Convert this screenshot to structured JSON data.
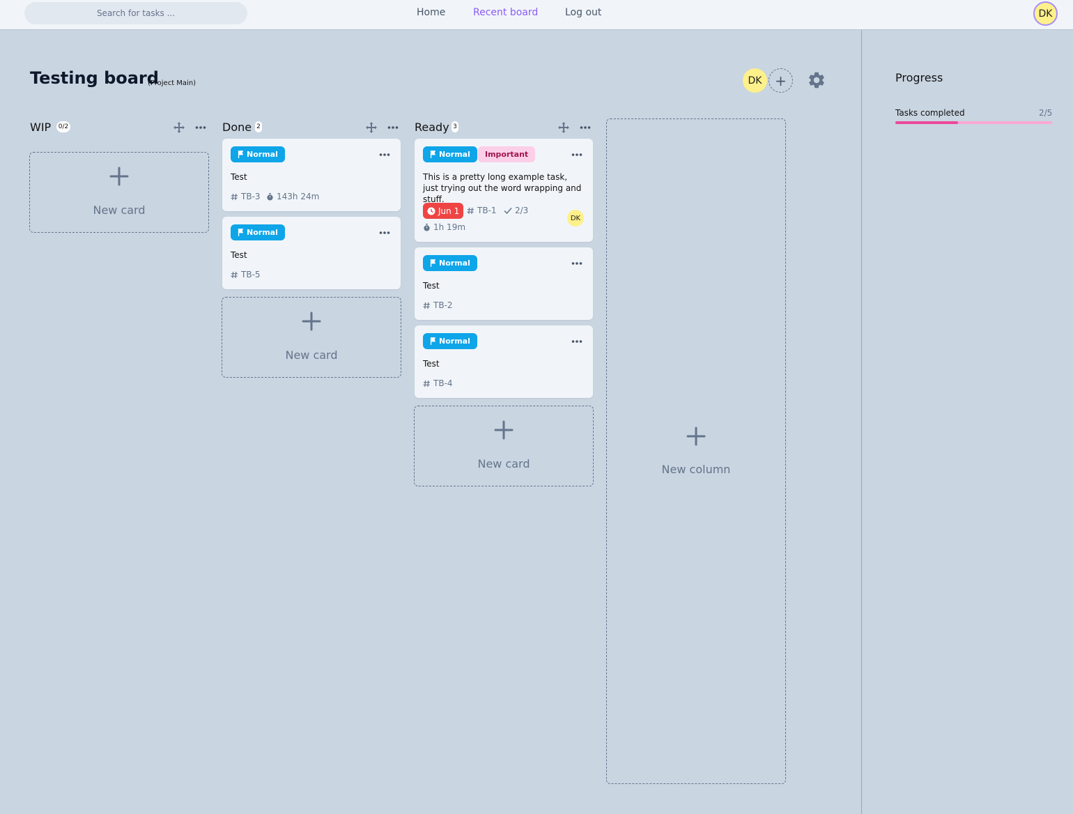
{
  "search": {
    "placeholder": "Search for tasks ..."
  },
  "nav": {
    "home": "Home",
    "recent_board": "Recent board",
    "logout": "Log out"
  },
  "user": {
    "initials": "DK"
  },
  "board": {
    "title": "Testing board",
    "project": "(Project Main)",
    "member_initials": "DK",
    "add_member_symbol": "+"
  },
  "columns": [
    {
      "title": "WIP",
      "count": "0/2",
      "new_card_label": "New card",
      "cards": []
    },
    {
      "title": "Done",
      "count": "2",
      "new_card_label": "New card",
      "cards": [
        {
          "tag": "Normal",
          "title": "Test",
          "id": "TB-3",
          "time": "143h 24m"
        },
        {
          "tag": "Normal",
          "title": "Test",
          "id": "TB-5"
        }
      ]
    },
    {
      "title": "Ready",
      "count": "3",
      "new_card_label": "New card",
      "cards": [
        {
          "tag": "Normal",
          "tag2": "Important",
          "title": "This is a pretty long example task, just trying out the word wrapping and stuff.",
          "due": "Jun 1",
          "id": "TB-1",
          "checklist": "2/3",
          "time": "1h 19m",
          "assignee": "DK"
        },
        {
          "tag": "Normal",
          "title": "Test",
          "id": "TB-2"
        },
        {
          "tag": "Normal",
          "title": "Test",
          "id": "TB-4"
        }
      ]
    }
  ],
  "new_column_label": "New column",
  "progress": {
    "title": "Progress",
    "label": "Tasks completed",
    "value_text": "2/5",
    "fraction": 0.4
  },
  "colors": {
    "accent": "#8b5cf6",
    "tag_normal": "#0ea5e9",
    "tag_important": "#fbcfe8",
    "due": "#ef4444",
    "progress_fill": "#ec4899",
    "progress_track": "#f9a8d4",
    "background": "#c9d5e1"
  },
  "icons": [
    "flag-icon",
    "hash-icon",
    "stopwatch-icon",
    "clock-icon",
    "check-icon",
    "move-icon",
    "dots-icon",
    "plus-icon",
    "gear-icon"
  ]
}
